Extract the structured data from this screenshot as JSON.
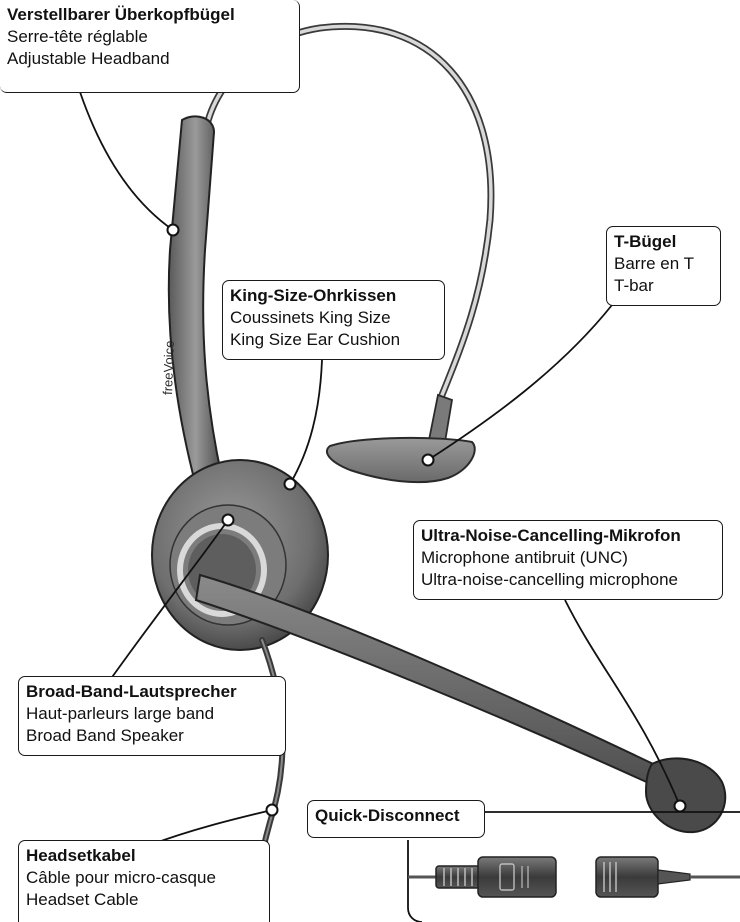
{
  "callouts": {
    "headband": {
      "title": "Verstellbarer Überkopfbügel",
      "line1": "Serre-tête réglable",
      "line2": "Adjustable Headband"
    },
    "tbar": {
      "title": "T-Bügel",
      "line1": "Barre en T",
      "line2": "T-bar"
    },
    "cushion": {
      "title": "King-Size-Ohrkissen",
      "line1": "Coussinets King Size",
      "line2": "King Size Ear Cushion"
    },
    "microphone": {
      "title": "Ultra-Noise-Cancelling-Mikrofon",
      "line1": "Microphone antibruit (UNC)",
      "line2": "Ultra-noise-cancelling microphone"
    },
    "speaker": {
      "title": "Broad-Band-Lautsprecher",
      "line1": "Haut-parleurs large band",
      "line2": "Broad Band Speaker"
    },
    "cable": {
      "title": "Headsetkabel",
      "line1": "Câble pour micro-casque",
      "line2": "Headset Cable"
    },
    "quick_disconnect": {
      "title": "Quick-Disconnect"
    }
  },
  "brand": {
    "text": "freeVoice"
  },
  "colors": {
    "outline": "#1a1a1a",
    "device_dark": "#4a4a4a",
    "device_mid": "#8a8a8a",
    "device_light": "#c9c9c9"
  }
}
